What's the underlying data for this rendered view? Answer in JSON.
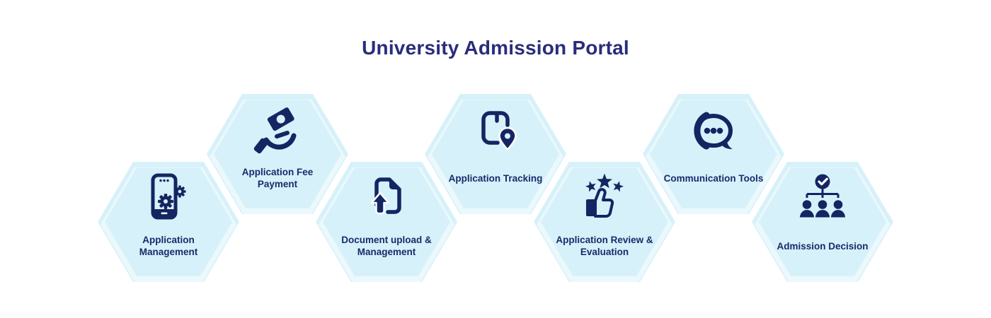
{
  "title": "University Admission Portal",
  "colors": {
    "background": "#ffffff",
    "hex_fill": "#d6f1f9",
    "icon": "#152562",
    "label": "#1a2a6c",
    "title": "#2a2c7c"
  },
  "steps": [
    {
      "label": "Application Management",
      "icon": "phone-gears-icon",
      "row": "lower"
    },
    {
      "label": "Application Fee Payment",
      "icon": "hand-money-icon",
      "row": "upper"
    },
    {
      "label": "Document upload & Management",
      "icon": "document-upload-icon",
      "row": "lower"
    },
    {
      "label": "Application Tracking",
      "icon": "package-location-icon",
      "row": "upper"
    },
    {
      "label": "Application Review & Evaluation",
      "icon": "thumbs-up-stars-icon",
      "row": "lower"
    },
    {
      "label": "Communication Tools",
      "icon": "chat-bubble-dots-icon",
      "row": "upper"
    },
    {
      "label": "Admission Decision",
      "icon": "approval-hierarchy-icon",
      "row": "lower"
    }
  ]
}
